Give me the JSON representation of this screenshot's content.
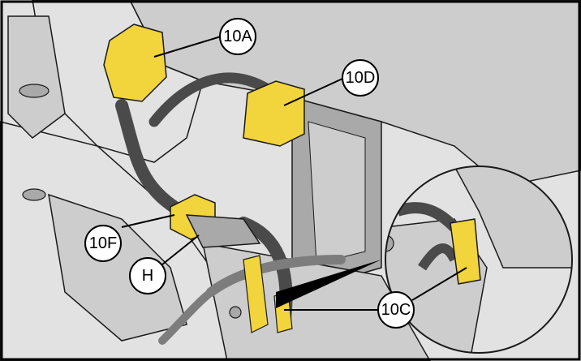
{
  "colors": {
    "connector": "#f2d43c",
    "connector_dark": "#c9a92a",
    "harness": "#4a4a4a",
    "harness_light": "#7d7d7d",
    "body_light": "#e2e2e2",
    "body_mid": "#cdcdcd",
    "body_dark": "#a9a9a9",
    "outline": "#1a1a1a",
    "frame": "#000000"
  },
  "callouts": {
    "c10A": "10A",
    "c10D": "10D",
    "c10F": "10F",
    "cH": "H",
    "c10C": "10C"
  }
}
